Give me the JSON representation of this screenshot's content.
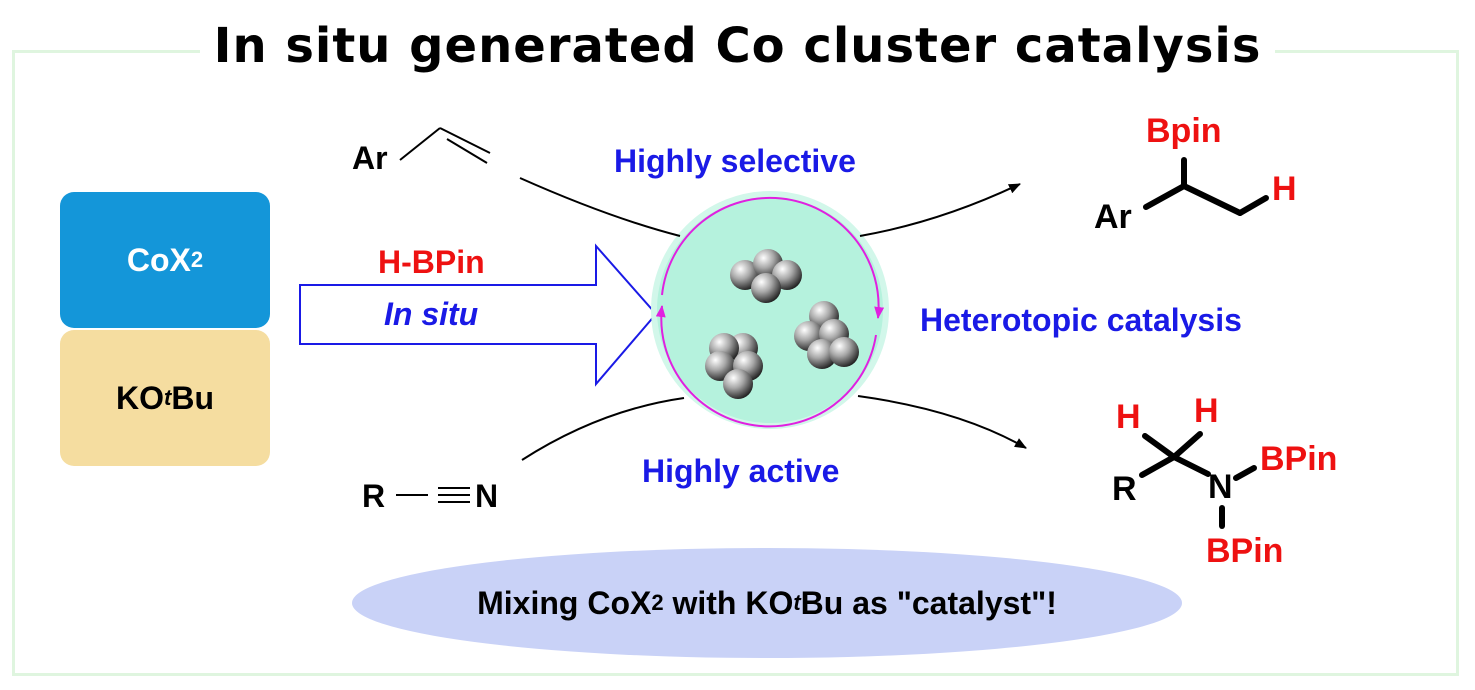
{
  "title": "In situ generated Co cluster catalysis",
  "reagents": {
    "cox2": {
      "text": "CoX",
      "sub": "2"
    },
    "kotbu": {
      "pre": "KO",
      "sup": "t",
      "post": "Bu"
    }
  },
  "arrow": {
    "top_label": "H-BPin",
    "bottom_label": "In situ"
  },
  "labels": {
    "highly_selective": "Highly selective",
    "highly_active": "Highly active",
    "heterotopic": "Heterotopic catalysis"
  },
  "substrates": {
    "alkene_ar": "Ar",
    "nitrile_r": "R",
    "nitrile_n": "N"
  },
  "product_top": {
    "bpin": "Bpin",
    "h": "H",
    "ar": "Ar"
  },
  "product_bottom": {
    "h1": "H",
    "h2": "H",
    "r": "R",
    "n": "N",
    "bpin1": "BPin",
    "bpin2": "BPin"
  },
  "footer": {
    "pre": "Mixing CoX",
    "sub": "2",
    "mid": " with KO",
    "sup": "t",
    "post": "Bu as \"catalyst\"!"
  },
  "colors": {
    "cox_box": "#1496d9",
    "kot_box": "#f5dda0",
    "cluster_circle": "#b5f2dd",
    "cycle_arrow": "#e020e0",
    "accent_blue": "#1a1ae6",
    "accent_red": "#ee1111",
    "pill": "#c9d2f7",
    "frame": "#dff5df"
  }
}
